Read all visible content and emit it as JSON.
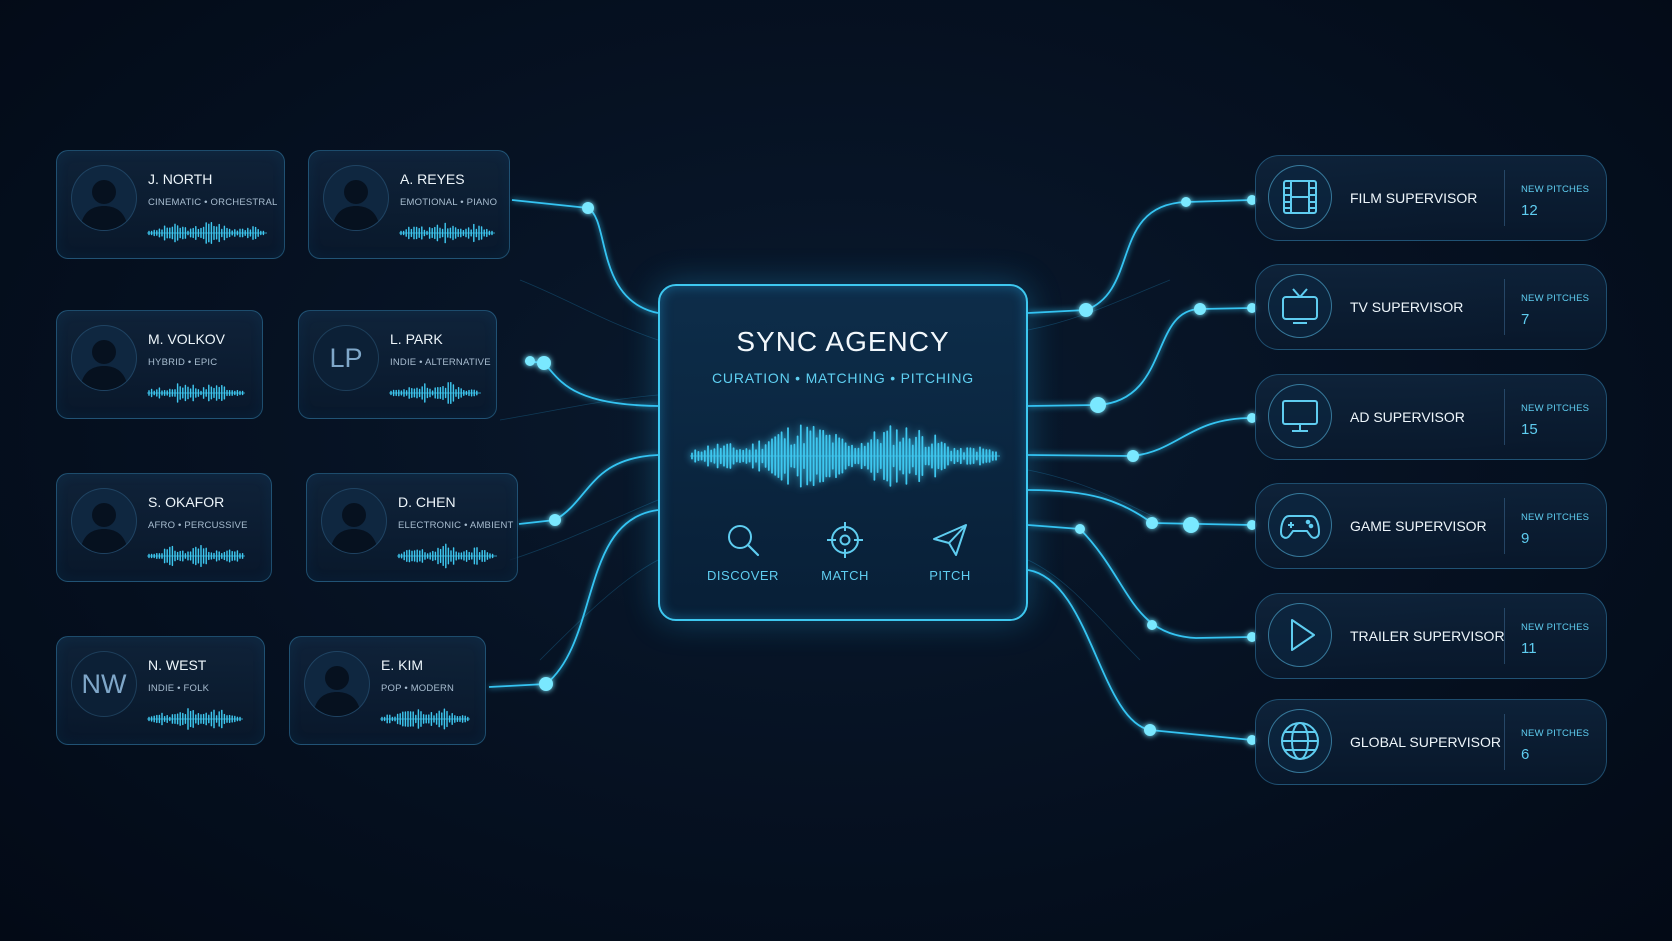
{
  "hub": {
    "title": "SYNC AGENCY",
    "subtitle": "CURATION • MATCHING • PITCHING",
    "actions": [
      {
        "label": "DISCOVER",
        "icon": "search-icon"
      },
      {
        "label": "MATCH",
        "icon": "target-icon"
      },
      {
        "label": "PITCH",
        "icon": "paper-plane-icon"
      }
    ]
  },
  "artists": [
    {
      "name": "J. NORTH",
      "tags": "CINEMATIC • ORCHESTRAL",
      "avatar": "silhouette"
    },
    {
      "name": "A. REYES",
      "tags": "EMOTIONAL • PIANO",
      "avatar": "silhouette"
    },
    {
      "name": "M. VOLKOV",
      "tags": "HYBRID • EPIC",
      "avatar": "silhouette"
    },
    {
      "name": "L. PARK",
      "tags": "INDIE • ALTERNATIVE",
      "avatar": "initials",
      "initials": "LP"
    },
    {
      "name": "S. OKAFOR",
      "tags": "AFRO • PERCUSSIVE",
      "avatar": "silhouette"
    },
    {
      "name": "D. CHEN",
      "tags": "ELECTRONIC • AMBIENT",
      "avatar": "silhouette"
    },
    {
      "name": "N. WEST",
      "tags": "INDIE • FOLK",
      "avatar": "initials",
      "initials": "NW"
    },
    {
      "name": "E. KIM",
      "tags": "POP • MODERN",
      "avatar": "silhouette"
    }
  ],
  "supervisors": [
    {
      "label": "FILM SUPERVISOR",
      "pitches_label": "NEW PITCHES",
      "pitches": "12",
      "icon": "film-strip-icon"
    },
    {
      "label": "TV SUPERVISOR",
      "pitches_label": "NEW PITCHES",
      "pitches": "7",
      "icon": "tv-icon"
    },
    {
      "label": "AD SUPERVISOR",
      "pitches_label": "NEW PITCHES",
      "pitches": "15",
      "icon": "monitor-icon"
    },
    {
      "label": "GAME SUPERVISOR",
      "pitches_label": "NEW PITCHES",
      "pitches": "9",
      "icon": "gamepad-icon"
    },
    {
      "label": "TRAILER SUPERVISOR",
      "pitches_label": "NEW PITCHES",
      "pitches": "11",
      "icon": "play-icon"
    },
    {
      "label": "GLOBAL SUPERVISOR",
      "pitches_label": "NEW PITCHES",
      "pitches": "6",
      "icon": "globe-icon"
    }
  ],
  "colors": {
    "accent": "#3ec8f0",
    "glow": "#7ae8ff",
    "background": "#061223"
  }
}
